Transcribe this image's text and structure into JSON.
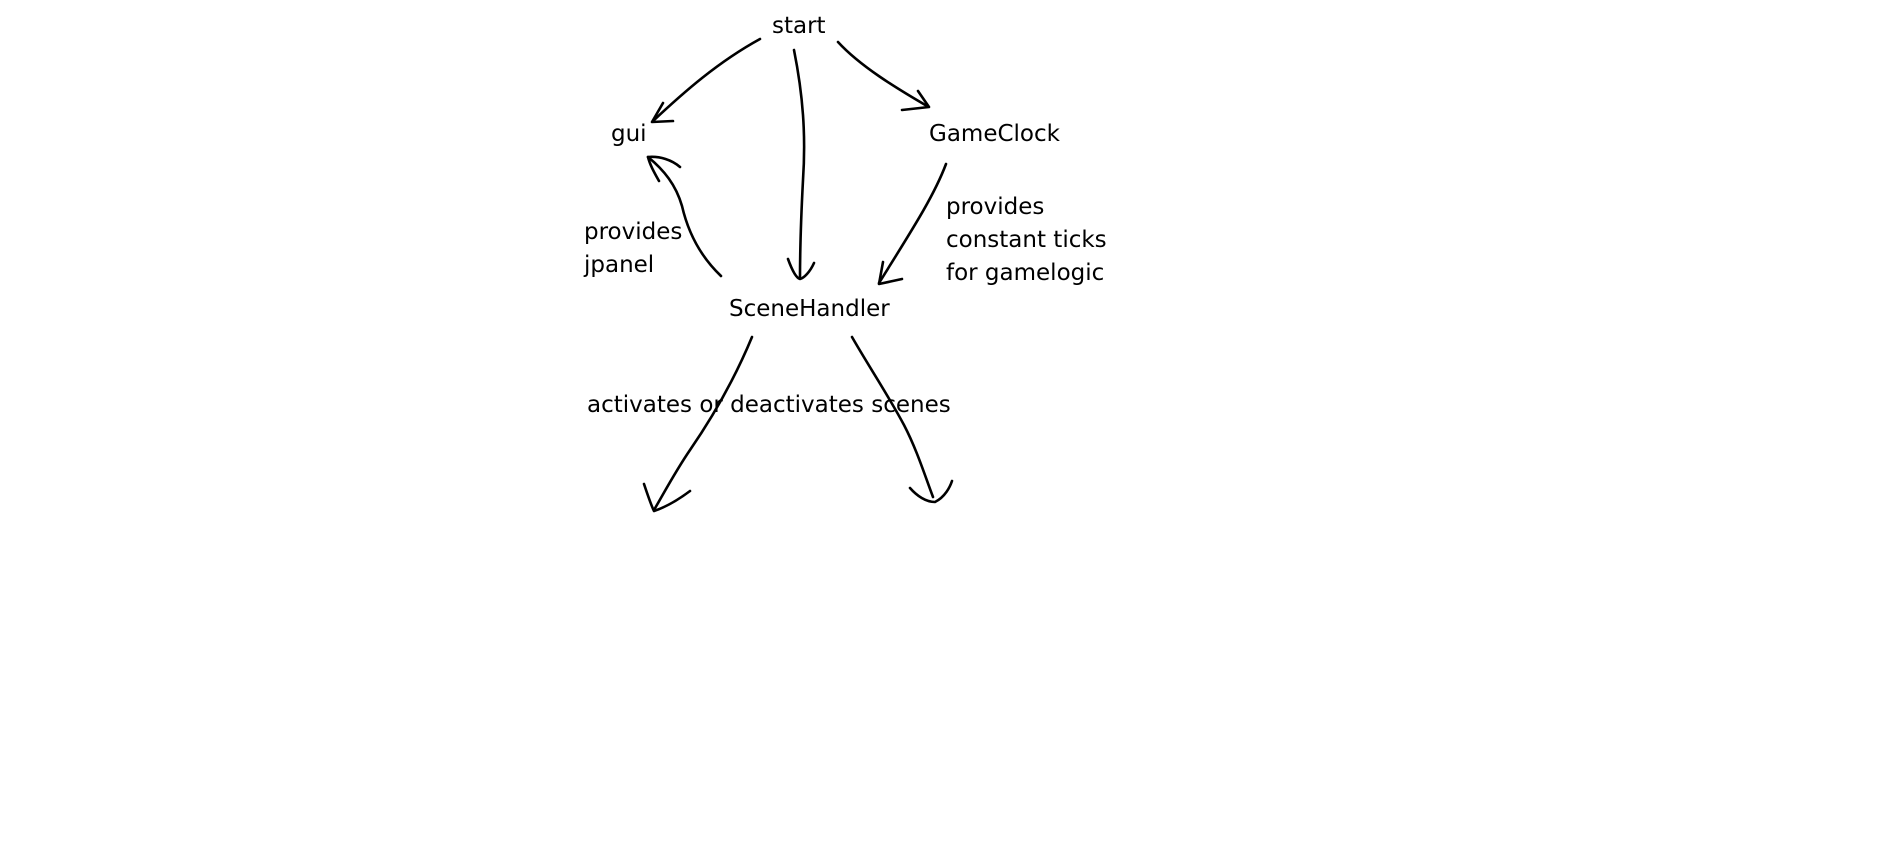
{
  "diagram": {
    "nodes": {
      "start": "start",
      "gui": "gui",
      "game_clock": "GameClock",
      "scene_handler": "SceneHandler"
    },
    "annotations": {
      "gui_provides": [
        "provides",
        "jpanel"
      ],
      "clock_provides": [
        "provides",
        "constant ticks",
        "for gamelogic"
      ],
      "scene_switching": "activates or deactivates scenes"
    },
    "edges": [
      {
        "from": "start",
        "to": "gui"
      },
      {
        "from": "start",
        "to": "SceneHandler"
      },
      {
        "from": "start",
        "to": "GameClock"
      },
      {
        "from": "SceneHandler",
        "to": "gui",
        "label": "provides jpanel"
      },
      {
        "from": "GameClock",
        "to": "SceneHandler",
        "label": "provides constant ticks for gamelogic"
      },
      {
        "from": "SceneHandler",
        "to": "",
        "label": "activates or deactivates scenes"
      },
      {
        "from": "SceneHandler",
        "to": "",
        "label": "activates or deactivates scenes"
      }
    ],
    "stroke_color": "#000000",
    "background_color": "#ffffff"
  }
}
